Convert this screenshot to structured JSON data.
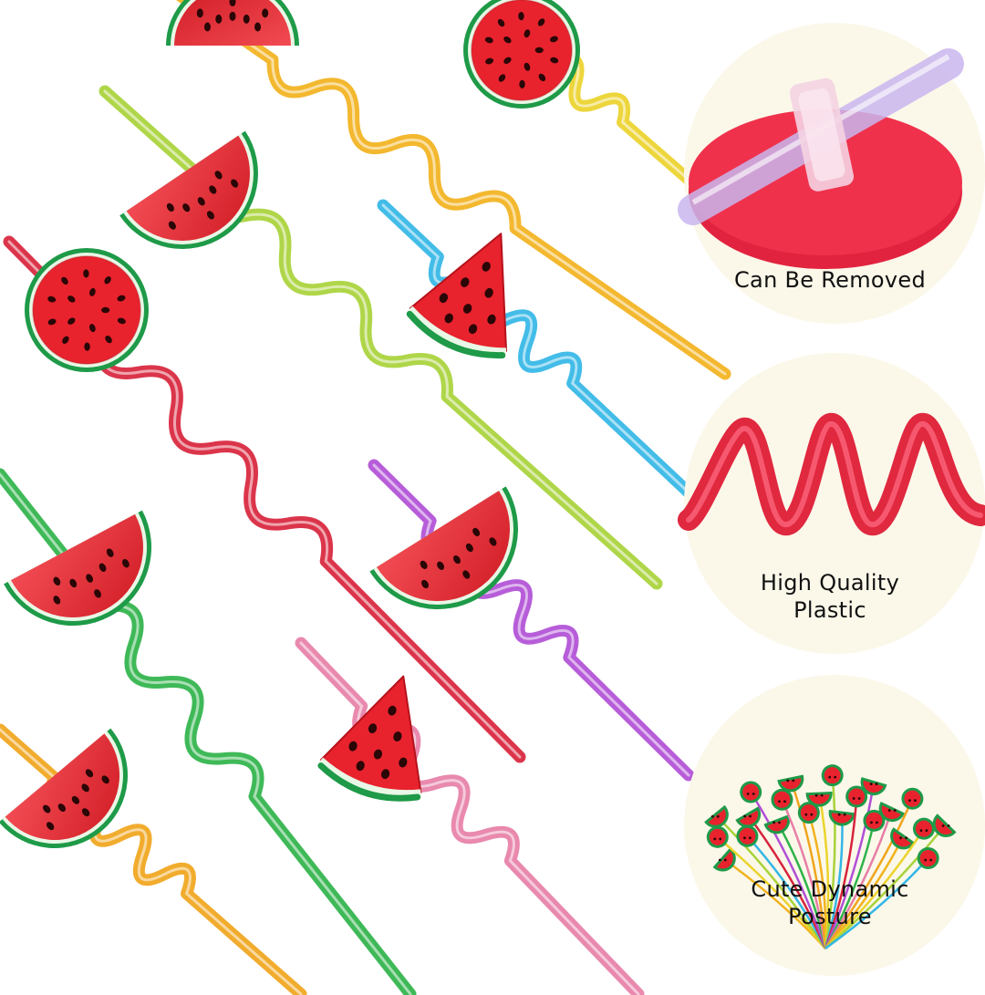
{
  "features": [
    {
      "label_lines": [
        "Can Be Removed"
      ]
    },
    {
      "label_lines": [
        "High Quality",
        "Plastic"
      ]
    },
    {
      "label_lines": [
        "Cute Dynamic",
        "Posture"
      ]
    }
  ],
  "colors": {
    "melon_red": "#e8232e",
    "melon_dark": "#b5121b",
    "rind_green": "#1e9a48",
    "rind_light": "#e9f7e6",
    "seed": "#2a0606",
    "circle_bg": "#fbf8ea"
  },
  "straw_colors": [
    "#f2b21d",
    "#ecd32b",
    "#a8d23a",
    "#33b6e6",
    "#d8243c",
    "#b14fd6",
    "#2fb34a",
    "#e77fa7",
    "#f0a51c"
  ]
}
